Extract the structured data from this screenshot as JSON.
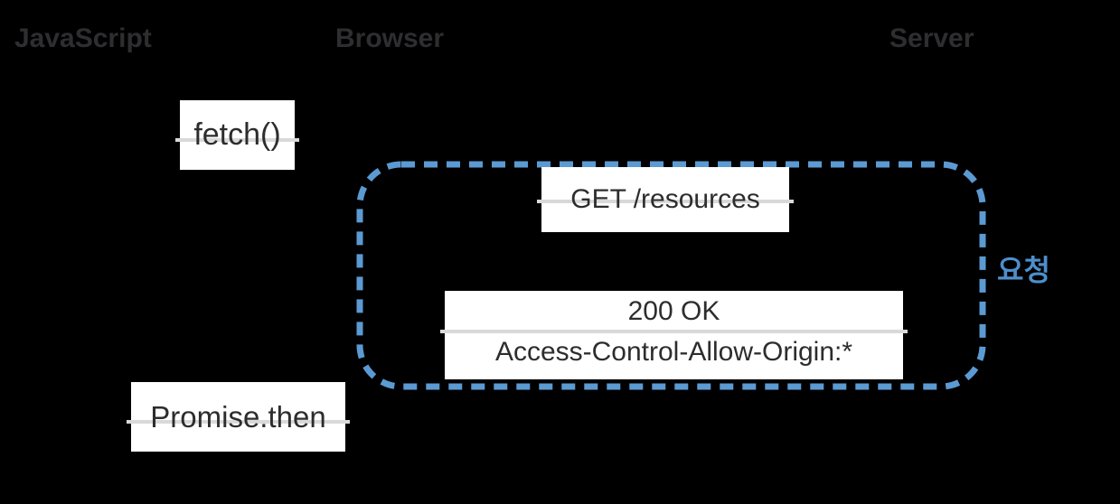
{
  "colors": {
    "background": "#000000",
    "accent_blue": "#5b9ad2",
    "request_label_blue": "#4d8fcb",
    "box_background": "#ffffff",
    "box_text": "#2d2d2d",
    "header_text": "#2e2e31",
    "connector_gray": "#d9d9d9"
  },
  "lanes": {
    "javascript": "JavaScript",
    "browser": "Browser",
    "server": "Server"
  },
  "messages": {
    "fetch_call": "fetch()",
    "get_request": "GET /resources",
    "response_status": "200 OK",
    "response_header": "Access-Control-Allow-Origin:*",
    "promise_then": "Promise.then"
  },
  "annotations": {
    "request_group_label": "요청"
  }
}
